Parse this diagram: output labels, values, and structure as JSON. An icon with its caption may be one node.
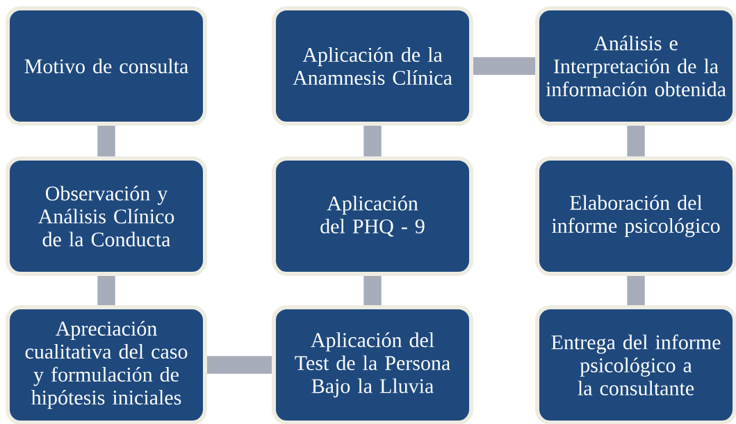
{
  "diagram": {
    "nodes": [
      {
        "text": [
          "Motivo de consulta"
        ]
      },
      {
        "text": [
          "Aplicación de la Anamnesis Clínica"
        ]
      },
      {
        "text": [
          "Análisis e Interpretación de la información obtenida"
        ]
      },
      {
        "text": [
          "Observación y Análisis Clínico de la Conducta"
        ]
      },
      {
        "text": [
          "Aplicación del PHQ - 9"
        ]
      },
      {
        "text": [
          "Elaboración del informe psicológico"
        ]
      },
      {
        "text": [
          "Apreciación cualitativa del caso y formulación de hipótesis iniciales"
        ]
      },
      {
        "text": [
          "Aplicación del Test de la Persona Bajo la Lluvia"
        ]
      },
      {
        "text": [
          "Entrega del informe psicológico a la consultante"
        ]
      }
    ],
    "edges": [
      {
        "from": 0,
        "to": 3,
        "arrow": "none"
      },
      {
        "from": 3,
        "to": 6,
        "arrow": "none"
      },
      {
        "from": 6,
        "to": 7,
        "arrow": "none"
      },
      {
        "from": 7,
        "to": 4,
        "arrow": "none"
      },
      {
        "from": 4,
        "to": 1,
        "arrow": "none"
      },
      {
        "from": 1,
        "to": 2,
        "arrow": "none"
      },
      {
        "from": 2,
        "to": 5,
        "arrow": "none"
      },
      {
        "from": 5,
        "to": 8,
        "arrow": "none"
      }
    ]
  }
}
